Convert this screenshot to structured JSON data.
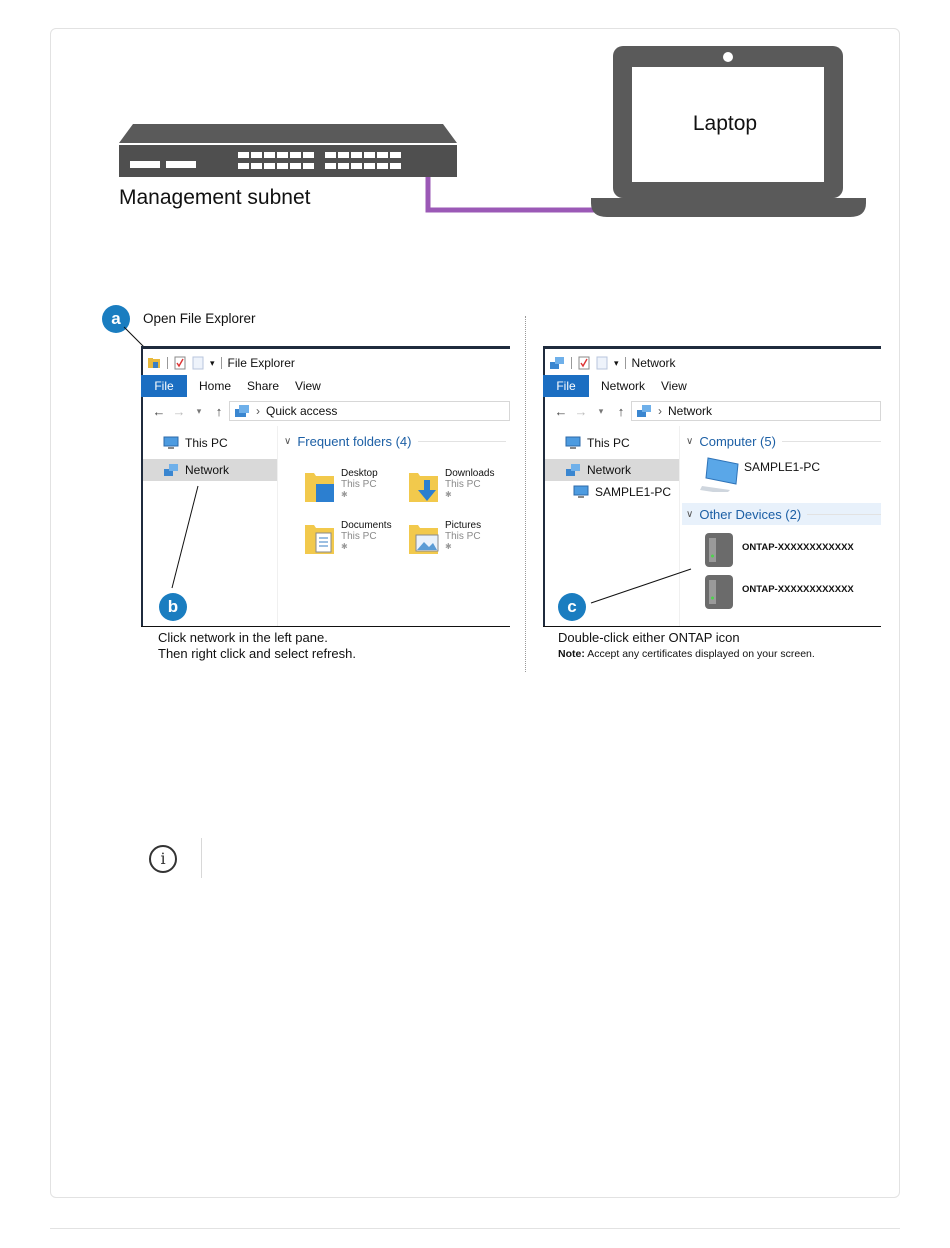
{
  "diagram": {
    "switch_label": "Management subnet",
    "laptop_label": "Laptop",
    "cable_color": "#9b59b6"
  },
  "steps": {
    "a_badge": "a",
    "a_label": "Open File Explorer",
    "b_badge": "b",
    "b_caption_line1": "Click network in the left pane.",
    "b_caption_line2": "Then right click and select refresh.",
    "c_badge": "c",
    "c_caption": "Double-click either ONTAP icon",
    "c_note_label": "Note:",
    "c_note_text": "Accept any certificates displayed on your screen."
  },
  "left_window": {
    "title": "File Explorer",
    "menu": [
      "File",
      "Home",
      "Share",
      "View"
    ],
    "address": "Quick access",
    "nav_items": [
      {
        "label": "This PC",
        "icon": "monitor-icon"
      },
      {
        "label": "Network",
        "icon": "network-icon",
        "selected": true
      }
    ],
    "section_title": "Frequent folders (4)",
    "folders": [
      {
        "name": "Desktop",
        "location": "This PC"
      },
      {
        "name": "Downloads",
        "location": "This PC"
      },
      {
        "name": "Documents",
        "location": "This PC"
      },
      {
        "name": "Pictures",
        "location": "This PC"
      }
    ]
  },
  "right_window": {
    "title": "Network",
    "menu": [
      "File",
      "Network",
      "View"
    ],
    "address": "Network",
    "nav_items": [
      {
        "label": "This PC",
        "icon": "monitor-icon"
      },
      {
        "label": "Network",
        "icon": "network-icon",
        "selected": true
      },
      {
        "label": "SAMPLE1-PC",
        "icon": "monitor-icon"
      }
    ],
    "computer_section": "Computer (5)",
    "computer_item": "SAMPLE1-PC",
    "devices_section": "Other Devices (2)",
    "devices": [
      "ONTAP-XXXXXXXXXXXX",
      "ONTAP-XXXXXXXXXXXX"
    ]
  },
  "colors": {
    "accent_blue": "#1a7dc0",
    "file_tab_blue": "#1b6ec2",
    "device_gray": "#5a5a5a"
  }
}
